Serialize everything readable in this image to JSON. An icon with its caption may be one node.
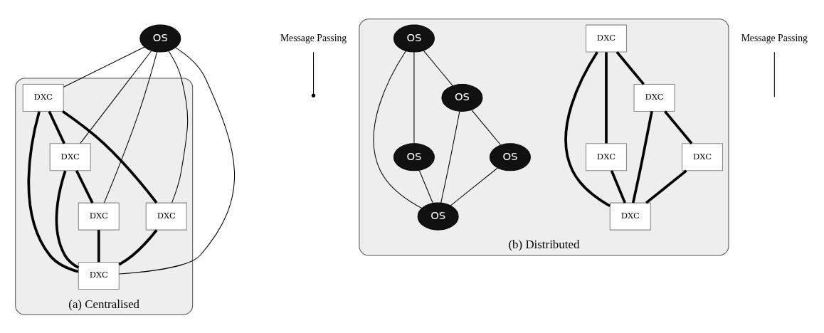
{
  "diagram": {
    "nodes": [
      {
        "text": [
          "(a) Centralised"
        ]
      },
      {
        "text": [
          "OS"
        ]
      },
      {
        "text": [
          "DXC"
        ],
        "in": 0
      },
      {
        "text": [
          "DXC"
        ],
        "in": 0
      },
      {
        "text": [
          "DXC"
        ],
        "in": 0
      },
      {
        "text": [
          "DXC"
        ],
        "in": 0
      },
      {
        "text": [
          "DXC"
        ],
        "in": 0
      },
      {
        "text": [
          "Message Passing"
        ]
      },
      {
        "text": [
          "(b) Distributed"
        ]
      },
      {
        "text": [
          "DXC"
        ],
        "in": 8
      },
      {
        "text": [
          "OS"
        ],
        "in": 8
      },
      {
        "text": [
          "OS"
        ],
        "in": 8
      },
      {
        "text": [
          "DXC"
        ],
        "in": 8
      },
      {
        "text": [
          "DXC"
        ],
        "in": 8
      },
      {
        "text": [
          "OS"
        ],
        "in": 8
      },
      {
        "text": [
          "OS"
        ],
        "in": 8
      },
      {
        "text": [
          "DXC"
        ],
        "in": 8
      },
      {
        "text": [
          "OS"
        ],
        "in": 8
      },
      {
        "text": [
          "DXC"
        ],
        "in": 8
      },
      {
        "text": [
          "Message Passing"
        ]
      }
    ],
    "edges": [
      {
        "from": 1,
        "to": 2,
        "arrow": "none"
      },
      {
        "from": 1,
        "to": 3,
        "arrow": "none"
      },
      {
        "from": 1,
        "to": 4,
        "arrow": "none"
      },
      {
        "from": 1,
        "to": 5,
        "arrow": "none"
      },
      {
        "from": 1,
        "to": 6,
        "arrow": "none"
      },
      {
        "from": 2,
        "to": 3,
        "arrow": "none",
        "style": "thick"
      },
      {
        "from": 2,
        "to": 4,
        "arrow": "none",
        "style": "thick"
      },
      {
        "from": 2,
        "to": 6,
        "arrow": "none",
        "style": "thick"
      },
      {
        "from": 3,
        "to": 6,
        "arrow": "none",
        "style": "thick"
      },
      {
        "from": 3,
        "to": 5,
        "arrow": "none",
        "style": "thick"
      },
      {
        "from": 4,
        "to": 6,
        "arrow": "none",
        "style": "thick"
      },
      {
        "from": 5,
        "to": 6,
        "arrow": "none",
        "style": "thick"
      },
      {
        "from": 7,
        "to": null,
        "arrow": "other"
      },
      {
        "from": 10,
        "to": 11,
        "arrow": "none"
      },
      {
        "from": 10,
        "to": 14,
        "arrow": "none"
      },
      {
        "from": 10,
        "to": 17,
        "arrow": "none"
      },
      {
        "from": 11,
        "to": 17,
        "arrow": "none"
      },
      {
        "from": 11,
        "to": 15,
        "arrow": "none"
      },
      {
        "from": 14,
        "to": 17,
        "arrow": "none"
      },
      {
        "from": 15,
        "to": 17,
        "arrow": "none"
      },
      {
        "from": 9,
        "to": 12,
        "arrow": "none",
        "style": "thick"
      },
      {
        "from": 9,
        "to": 13,
        "arrow": "none",
        "style": "thick"
      },
      {
        "from": 9,
        "to": 18,
        "arrow": "none",
        "style": "thick"
      },
      {
        "from": 12,
        "to": 18,
        "arrow": "none",
        "style": "thick"
      },
      {
        "from": 12,
        "to": 16,
        "arrow": "none",
        "style": "thick"
      },
      {
        "from": 13,
        "to": 18,
        "arrow": "none",
        "style": "thick"
      },
      {
        "from": 16,
        "to": 18,
        "arrow": "none",
        "style": "thick"
      },
      {
        "from": 19,
        "to": null,
        "arrow": "none"
      }
    ]
  }
}
